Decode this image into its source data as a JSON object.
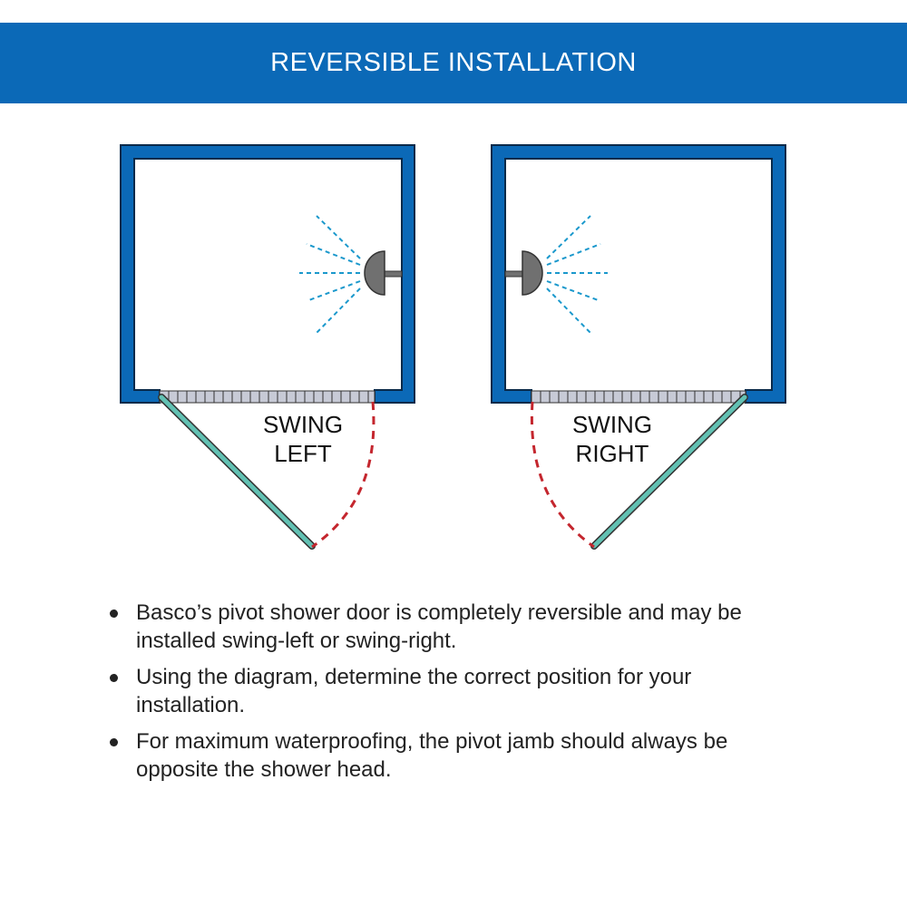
{
  "header": {
    "title": "REVERSIBLE INSTALLATION"
  },
  "diagram": {
    "left": {
      "label_line1": "SWING",
      "label_line2": "LEFT"
    },
    "right": {
      "label_line1": "SWING",
      "label_line2": "RIGHT"
    },
    "colors": {
      "wall": "#0b69b7",
      "glass": "#62c1b3",
      "swing_arc": "#c4262e",
      "water_spray": "#1a98cc",
      "shower_head": "#707070",
      "threshold": "#c7cad6"
    }
  },
  "bullets": [
    {
      "text": "Basco’s pivot shower door is completely reversible and may be installed swing-left or swing-right."
    },
    {
      "text": "Using the diagram, determine the correct position for your installation."
    },
    {
      "text": "For maximum waterproofing, the pivot jamb should always be opposite the shower head."
    }
  ]
}
